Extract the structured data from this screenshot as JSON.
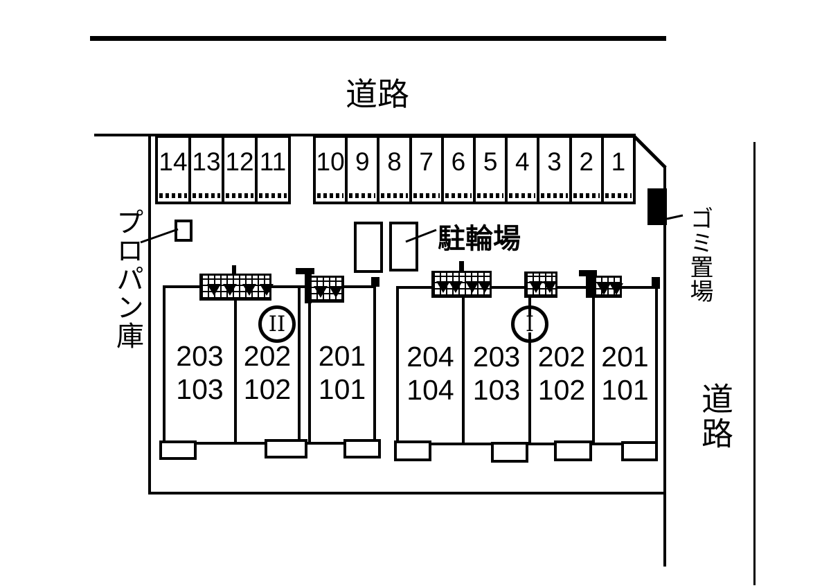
{
  "labels": {
    "road_top": "道路",
    "road_right": "道路",
    "propane": "プロパン庫",
    "bicycle": "駐輪場",
    "garbage": "ゴミ置場"
  },
  "parking": {
    "left_group": [
      "14",
      "13",
      "12",
      "11"
    ],
    "right_group": [
      "10",
      "9",
      "8",
      "7",
      "6",
      "5",
      "4",
      "3",
      "2",
      "1"
    ]
  },
  "buildings": {
    "left": {
      "circle": "II",
      "units": [
        {
          "upper": "203",
          "lower": "103"
        },
        {
          "upper": "202",
          "lower": "102"
        },
        {
          "upper": "201",
          "lower": "101"
        }
      ]
    },
    "right": {
      "circle": "I",
      "units": [
        {
          "upper": "204",
          "lower": "104"
        },
        {
          "upper": "203",
          "lower": "103"
        },
        {
          "upper": "202",
          "lower": "102"
        },
        {
          "upper": "201",
          "lower": "101"
        }
      ]
    }
  },
  "colors": {
    "line": "#000000",
    "background": "#ffffff"
  }
}
